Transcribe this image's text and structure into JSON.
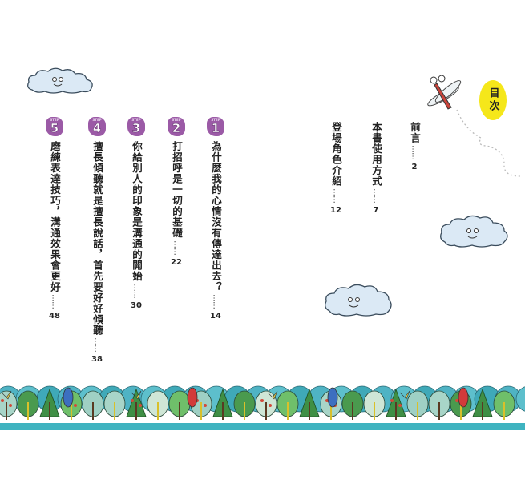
{
  "toc_title": "目次",
  "intro_items": [
    {
      "title": "前言",
      "dots": "……",
      "page": "2"
    },
    {
      "title": "本書使用方式",
      "dots": "……",
      "page": "7"
    },
    {
      "title": "登場角色介紹",
      "dots": "……",
      "page": "12"
    }
  ],
  "step_label": "STEP",
  "steps": [
    {
      "number": "1",
      "title": "為什麼我的心情沒有傳達出去？",
      "dots": "……",
      "page": "14"
    },
    {
      "number": "2",
      "title": "打招呼是一切的基礎",
      "dots": "……",
      "page": "22"
    },
    {
      "number": "3",
      "title": "你給別人的印象是溝通的開始",
      "dots": "……",
      "page": "30"
    },
    {
      "number": "4",
      "title": "擅長傾聽就是擅長說話，首先要好好傾聽",
      "dots": "……",
      "page": "38"
    },
    {
      "number": "5",
      "title": "磨練表達技巧，溝通效果會更好",
      "dots": "……",
      "page": "48"
    }
  ],
  "colors": {
    "badge": "#9b5aa6",
    "title_oval": "#f5e71a",
    "ground": "#3fb3c0",
    "cloud": "#dbe9f5"
  }
}
